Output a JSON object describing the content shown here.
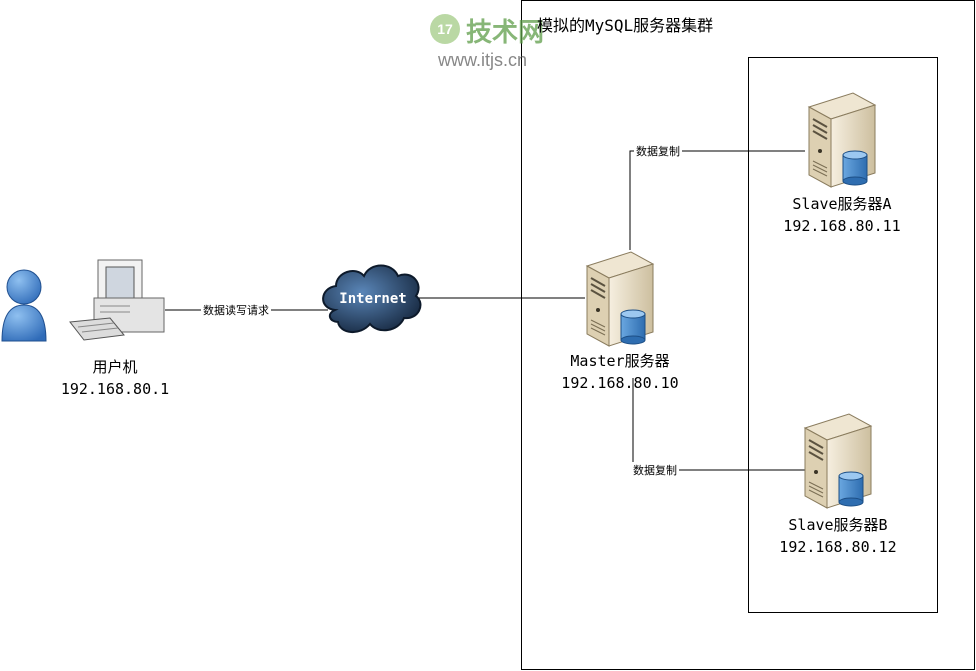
{
  "cluster": {
    "title": "模拟的MySQL服务器集群"
  },
  "watermark": {
    "brand": "技术网",
    "logo": "17",
    "url": "www.itjs.cn"
  },
  "user": {
    "name": "用户机",
    "ip": "192.168.80.1"
  },
  "links": {
    "user_to_internet": "数据读写请求",
    "replication_a": "数据复制",
    "replication_b": "数据复制"
  },
  "internet": {
    "label": "Internet"
  },
  "master": {
    "name": "Master服务器",
    "ip": "192.168.80.10"
  },
  "slave_a": {
    "name": "Slave服务器A",
    "ip": "192.168.80.11"
  },
  "slave_b": {
    "name": "Slave服务器B",
    "ip": "192.168.80.12"
  },
  "colors": {
    "line": "#000000",
    "person": "#3d7cc9",
    "server": "#e8dcc4",
    "cloud": "#1f3550",
    "db": "#4a89c8"
  },
  "icons": [
    "person-icon",
    "computer-icon",
    "cloud-icon",
    "server-icon",
    "database-icon"
  ]
}
